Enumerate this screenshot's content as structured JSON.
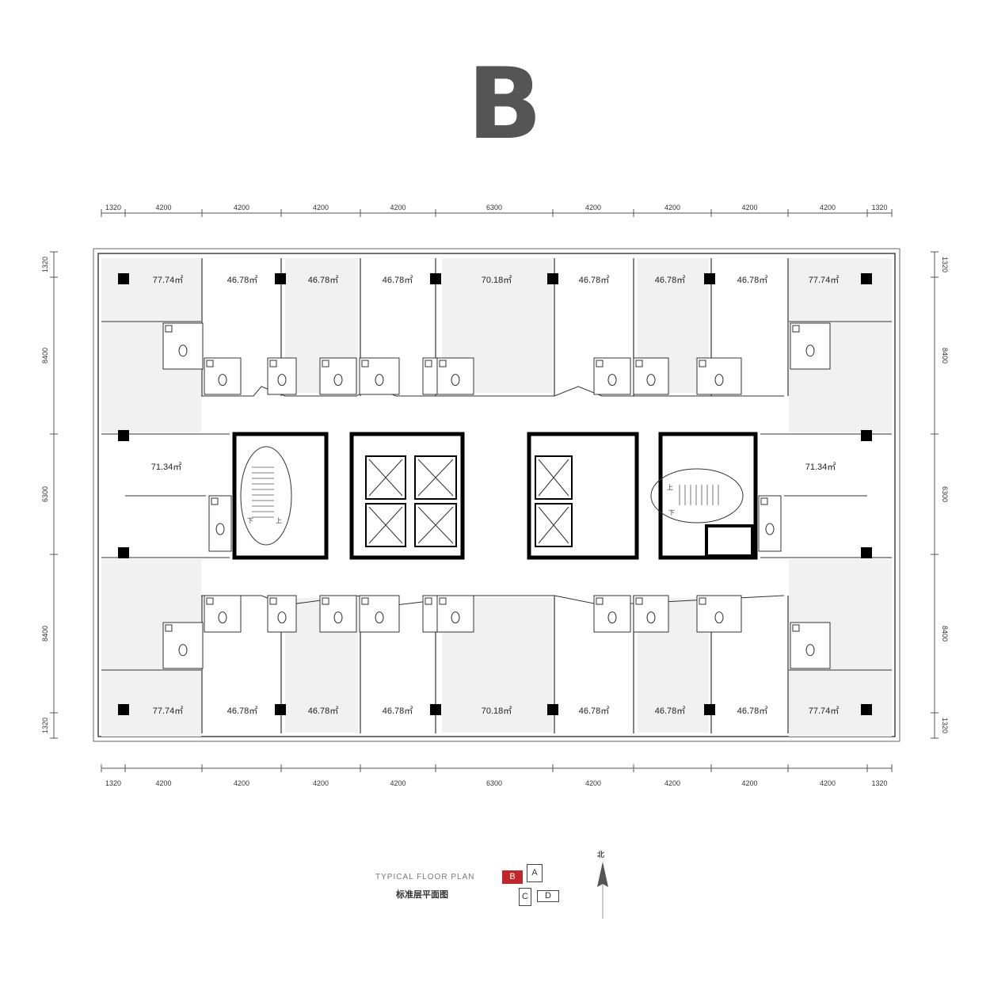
{
  "building_letter": "B",
  "dims": {
    "top": [
      "1320",
      "4200",
      "4200",
      "4200",
      "4200",
      "6300",
      "4200",
      "4200",
      "4200",
      "4200",
      "1320"
    ],
    "bottom": [
      "1320",
      "4200",
      "4200",
      "4200",
      "4200",
      "6300",
      "4200",
      "4200",
      "4200",
      "4200",
      "1320"
    ],
    "left": [
      "1320",
      "8400",
      "6300",
      "8400",
      "1320"
    ],
    "right": [
      "1320",
      "8400",
      "6300",
      "8400",
      "1320"
    ]
  },
  "units_top": [
    "77.74㎡",
    "46.78㎡",
    "46.78㎡",
    "46.78㎡",
    "70.18㎡",
    "46.78㎡",
    "46.78㎡",
    "46.78㎡",
    "77.74㎡"
  ],
  "units_bottom": [
    "77.74㎡",
    "46.78㎡",
    "46.78㎡",
    "46.78㎡",
    "70.18㎡",
    "46.78㎡",
    "46.78㎡",
    "46.78㎡",
    "77.74㎡"
  ],
  "units_side": [
    "71.34㎡",
    "71.34㎡"
  ],
  "stair_labels": {
    "down": "下",
    "up": "上"
  },
  "legend": {
    "title_en": "TYPICAL FLOOR PLAN",
    "title_cn": "标准层平面图",
    "keys": [
      "B",
      "A",
      "C",
      "D"
    ],
    "active_key": "B"
  },
  "north": "北",
  "colors": {
    "wall": "#000000",
    "room_fill": "#f1f1f1",
    "accent": "#c0272d",
    "letter": "#555555"
  }
}
